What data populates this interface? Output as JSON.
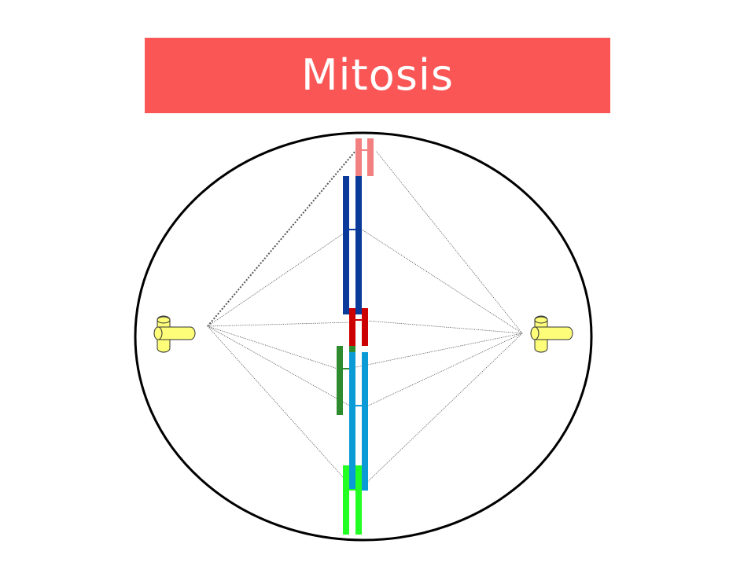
{
  "title": "Mitosis",
  "colors": {
    "banner": "#fb5656",
    "cell_outline": "#000000",
    "centriole_fill": "#fdfd7a",
    "spindle_fiber": "#555555",
    "chromosome_pink": "#f28080",
    "chromosome_dark_blue": "#0a3a9a",
    "chromosome_red": "#cc0000",
    "chromosome_dark_green": "#2e8b2e",
    "chromosome_light_blue": "#0a9ad6",
    "chromosome_bright_green": "#22ff22"
  },
  "icons": {
    "left_centriole": "centriole-icon",
    "right_centriole": "centriole-icon"
  },
  "chromosomes": [
    {
      "name": "chromosome-pink",
      "color": "chromosome_pink"
    },
    {
      "name": "chromosome-dark-blue",
      "color": "chromosome_dark_blue"
    },
    {
      "name": "chromosome-red",
      "color": "chromosome_red"
    },
    {
      "name": "chromosome-dark-green",
      "color": "chromosome_dark_green"
    },
    {
      "name": "chromosome-light-blue",
      "color": "chromosome_light_blue"
    },
    {
      "name": "chromosome-bright-green",
      "color": "chromosome_bright_green"
    }
  ]
}
